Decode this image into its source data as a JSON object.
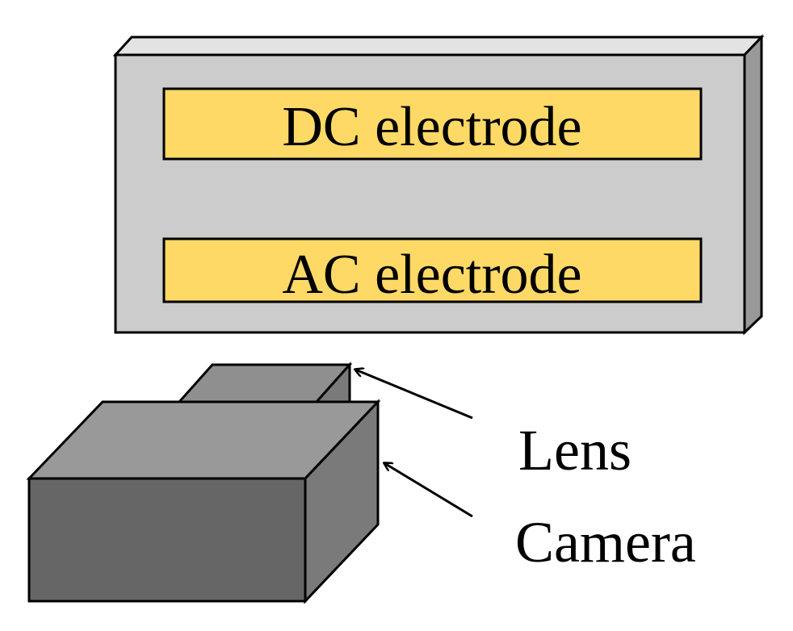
{
  "labels": {
    "dc_electrode": "DC electrode",
    "ac_electrode": "AC electrode",
    "lens": "Lens",
    "camera": "Camera"
  },
  "colors": {
    "panel_front": "#cccccc",
    "panel_top": "#e3e3e3",
    "panel_side": "#999999",
    "electrode_fill": "#ffd966",
    "camera_front": "#666666",
    "camera_top": "#999999",
    "camera_side": "#7a7a7a",
    "lens_front": "#666666",
    "lens_top": "#8f8f8f",
    "lens_side": "#7a7a7a",
    "outline": "#000000"
  }
}
